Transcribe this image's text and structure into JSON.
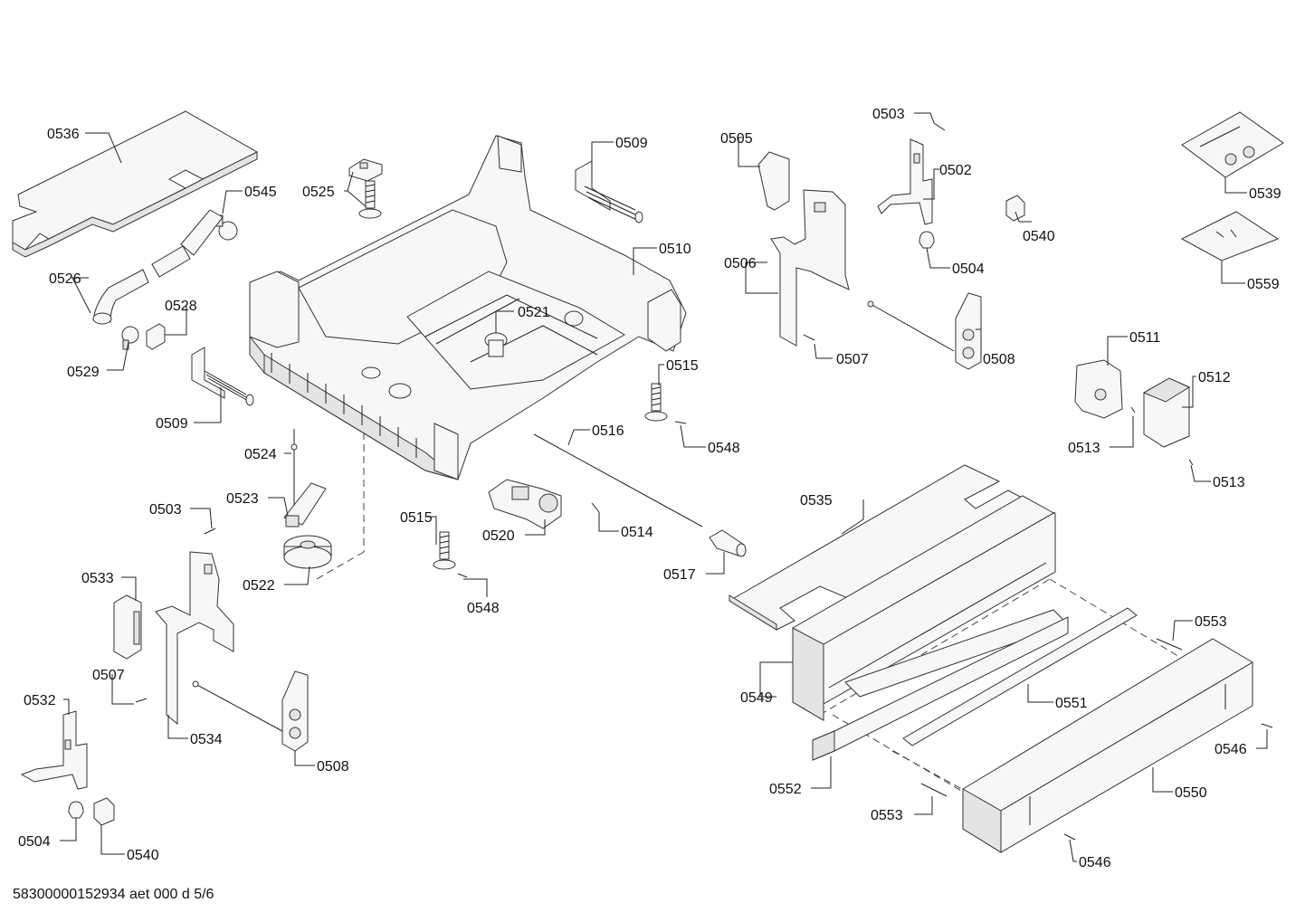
{
  "footer": "58300000152934 aet 000 d 5/6",
  "callouts": [
    {
      "id": "c0536",
      "text": "0536"
    },
    {
      "id": "c0545",
      "text": "0545"
    },
    {
      "id": "c0525",
      "text": "0525"
    },
    {
      "id": "c0526",
      "text": "0526"
    },
    {
      "id": "c0528",
      "text": "0528"
    },
    {
      "id": "c0529",
      "text": "0529"
    },
    {
      "id": "c0509a",
      "text": "0509"
    },
    {
      "id": "c0509b",
      "text": "0509"
    },
    {
      "id": "c0510",
      "text": "0510"
    },
    {
      "id": "c0521",
      "text": "0521"
    },
    {
      "id": "c0515a",
      "text": "0515"
    },
    {
      "id": "c0548a",
      "text": "0548"
    },
    {
      "id": "c0516",
      "text": "0516"
    },
    {
      "id": "c0524",
      "text": "0524"
    },
    {
      "id": "c0523",
      "text": "0523"
    },
    {
      "id": "c0503a",
      "text": "0503"
    },
    {
      "id": "c0522",
      "text": "0522"
    },
    {
      "id": "c0515b",
      "text": "0515"
    },
    {
      "id": "c0548b",
      "text": "0548"
    },
    {
      "id": "c0520",
      "text": "0520"
    },
    {
      "id": "c0514",
      "text": "0514"
    },
    {
      "id": "c0517",
      "text": "0517"
    },
    {
      "id": "c0533",
      "text": "0533"
    },
    {
      "id": "c0507a",
      "text": "0507"
    },
    {
      "id": "c0532",
      "text": "0532"
    },
    {
      "id": "c0534",
      "text": "0534"
    },
    {
      "id": "c0508a",
      "text": "0508"
    },
    {
      "id": "c0504a",
      "text": "0504"
    },
    {
      "id": "c0540a",
      "text": "0540"
    },
    {
      "id": "c0505",
      "text": "0505"
    },
    {
      "id": "c0506",
      "text": "0506"
    },
    {
      "id": "c0507b",
      "text": "0507"
    },
    {
      "id": "c0503b",
      "text": "0503"
    },
    {
      "id": "c0502",
      "text": "0502"
    },
    {
      "id": "c0504b",
      "text": "0504"
    },
    {
      "id": "c0540b",
      "text": "0540"
    },
    {
      "id": "c0508b",
      "text": "0508"
    },
    {
      "id": "c0539",
      "text": "0539"
    },
    {
      "id": "c0559",
      "text": "0559"
    },
    {
      "id": "c0511",
      "text": "0511"
    },
    {
      "id": "c0512",
      "text": "0512"
    },
    {
      "id": "c0513a",
      "text": "0513"
    },
    {
      "id": "c0513b",
      "text": "0513"
    },
    {
      "id": "c0535",
      "text": "0535"
    },
    {
      "id": "c0549",
      "text": "0549"
    },
    {
      "id": "c0553a",
      "text": "0553"
    },
    {
      "id": "c0551",
      "text": "0551"
    },
    {
      "id": "c0546a",
      "text": "0546"
    },
    {
      "id": "c0552",
      "text": "0552"
    },
    {
      "id": "c0550",
      "text": "0550"
    },
    {
      "id": "c0553b",
      "text": "0553"
    },
    {
      "id": "c0546b",
      "text": "0546"
    }
  ]
}
